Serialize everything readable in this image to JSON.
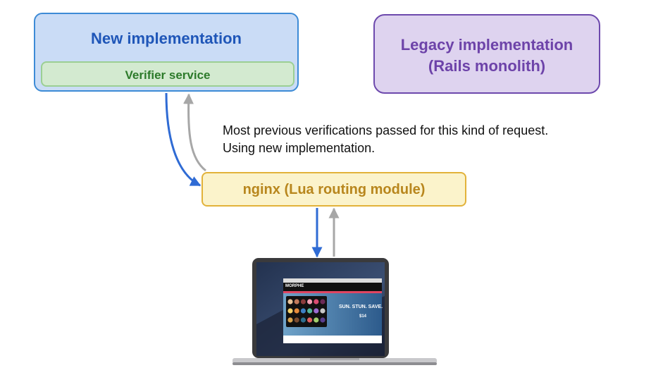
{
  "nodes": {
    "new_impl": {
      "title": "New implementation",
      "child": "Verifier service"
    },
    "legacy": {
      "line1": "Legacy implementation",
      "line2": "(Rails monolith)"
    },
    "nginx": {
      "label": "nginx (Lua routing module)"
    }
  },
  "note": {
    "line1": "Most previous verifications passed for this kind of request.",
    "line2": "Using new implementation."
  },
  "screen": {
    "store_logo": "MORPHE",
    "hero_line1": "SUN. STUN. SAVE.",
    "hero_price": "$14"
  },
  "colors": {
    "request_arrow": "#2f6bd4",
    "response_arrow": "#a7a7a7",
    "new_impl_fill": "#cadcf6",
    "verifier_fill": "#d3ead0",
    "legacy_fill": "#ded3ef",
    "nginx_fill": "#fbf3cb"
  }
}
